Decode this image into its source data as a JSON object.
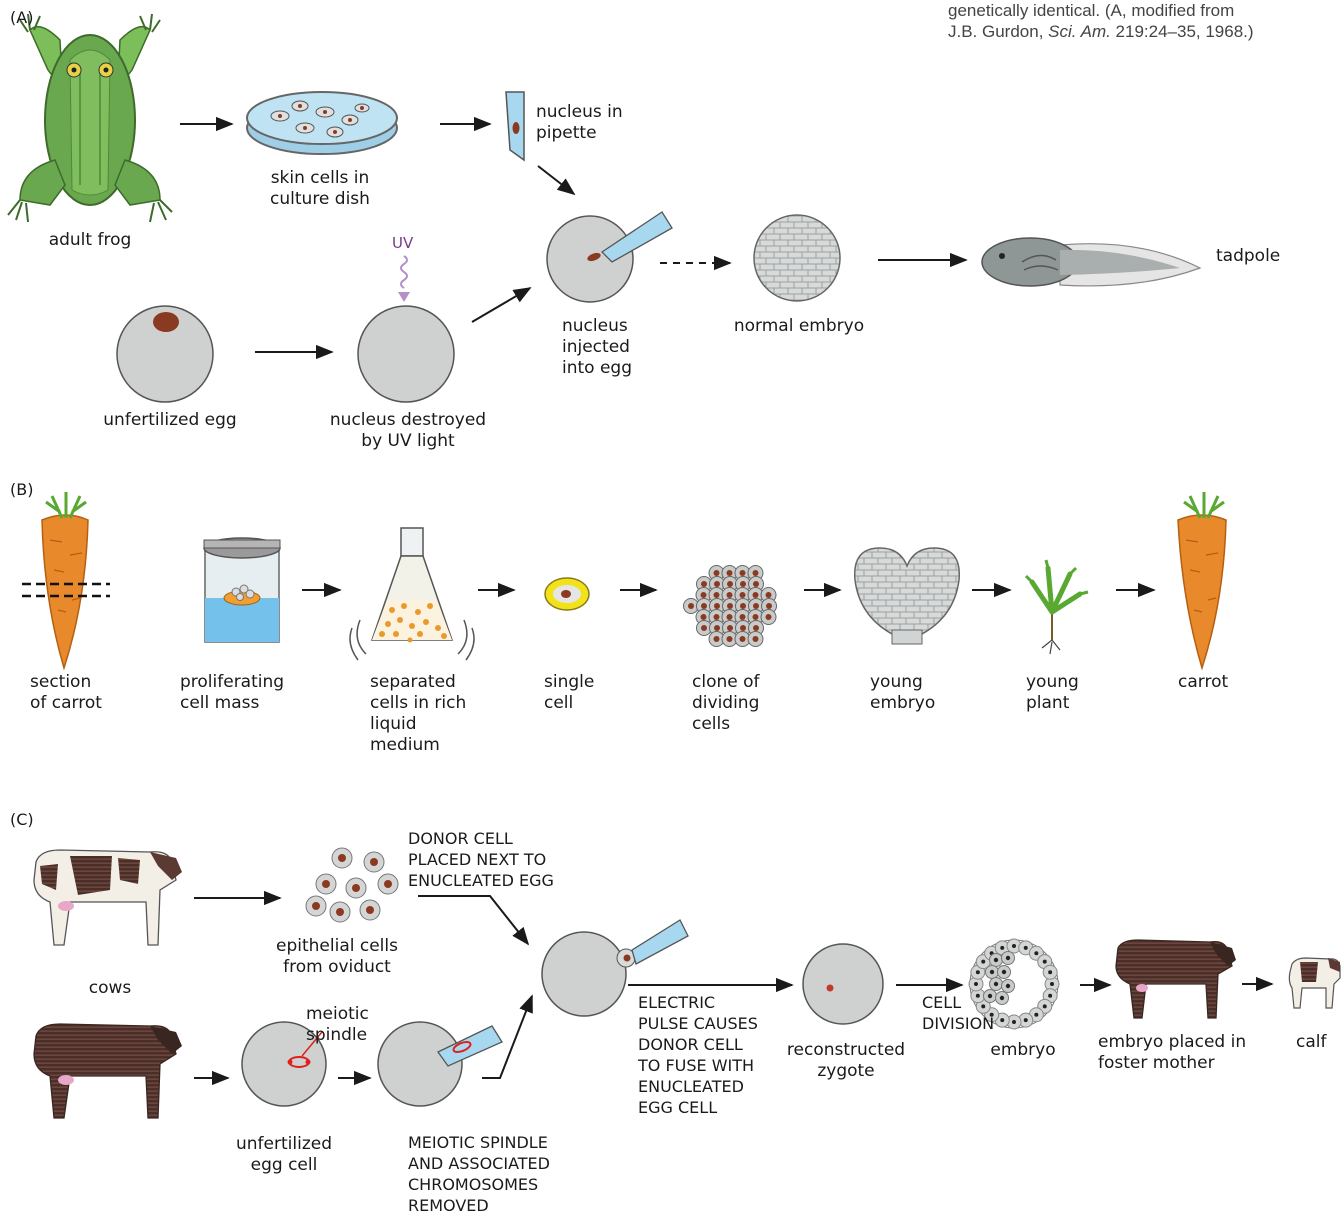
{
  "caption": {
    "line1": "genetically identical. (A, modified from",
    "line2_pre": "J.B. Gurdon, ",
    "line2_italic": "Sci. Am.",
    "line2_post": " 219:24–35, 1968.)"
  },
  "panel_a": {
    "tag": "(A)",
    "adult_frog": "adult frog",
    "skin_cells": "skin cells in\nculture dish",
    "nucleus_pipette": "nucleus in\npipette",
    "uv": "UV",
    "nucleus_injected": "nucleus\ninjected\ninto egg",
    "normal_embryo": "normal embryo",
    "tadpole": "tadpole",
    "unfertilized_egg": "unfertilized egg",
    "nucleus_destroyed": "nucleus destroyed\nby UV light"
  },
  "panel_b": {
    "tag": "(B)",
    "steps": [
      "section\nof carrot",
      "proliferating\ncell mass",
      "separated\ncells in rich\nliquid\nmedium",
      "single\ncell",
      "clone of\ndividing\ncells",
      "young\nembryo",
      "young\nplant",
      "carrot"
    ]
  },
  "panel_c": {
    "tag": "(C)",
    "cows": "cows",
    "epithelial": "epithelial cells\nfrom oviduct",
    "donor_cell": "DONOR CELL\nPLACED NEXT TO\nENUCLEATED EGG",
    "meiotic_spindle": "meiotic\nspindle",
    "unfertilized_egg_cell": "unfertilized\negg cell",
    "spindle_removed": "MEIOTIC SPINDLE\nAND ASSOCIATED\nCHROMOSOMES\nREMOVED",
    "electric_pulse": "ELECTRIC\nPULSE CAUSES\nDONOR CELL\nTO FUSE WITH\nENUCLEATED\nEGG CELL",
    "reconstructed_zygote": "reconstructed\nzygote",
    "cell_division": "CELL\nDIVISION",
    "embryo": "embryo",
    "embryo_foster": "embryo placed in\nfoster mother",
    "calf": "calf"
  },
  "colors": {
    "egg_fill": "#cfd1d1",
    "nucleus": "#8b3a22",
    "frog_green": "#6aa84f",
    "carrot_orange": "#e8892b",
    "leaf_green": "#58a832",
    "cow_brown": "#5a3a32",
    "pipette_blue": "#a8d8ef",
    "uv_purple": "#b48fc8",
    "spindle_red": "#e0201a"
  }
}
